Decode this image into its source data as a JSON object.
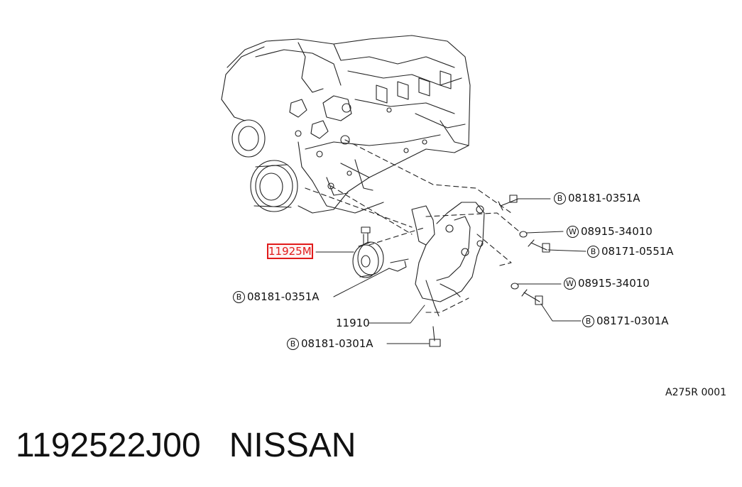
{
  "callouts": [
    {
      "id": "c1",
      "symbol": "B",
      "code": "08181-0351A"
    },
    {
      "id": "c2",
      "symbol": "W",
      "code": "08915-34010"
    },
    {
      "id": "c3",
      "symbol": "B",
      "code": "08171-0551A"
    },
    {
      "id": "c4",
      "symbol": "",
      "code": "11925M"
    },
    {
      "id": "c5",
      "symbol": "B",
      "code": "08181-0351A"
    },
    {
      "id": "c6",
      "symbol": "W",
      "code": "08915-34010"
    },
    {
      "id": "c7",
      "symbol": "",
      "code": "11910"
    },
    {
      "id": "c8",
      "symbol": "B",
      "code": "08171-0301A"
    },
    {
      "id": "c9",
      "symbol": "B",
      "code": "08181-0301A"
    }
  ],
  "highlight_color": "#e11b1b",
  "diagram_ref": "A275R 0001",
  "footer": {
    "part_number": "1192522J00",
    "brand": "NISSAN"
  }
}
